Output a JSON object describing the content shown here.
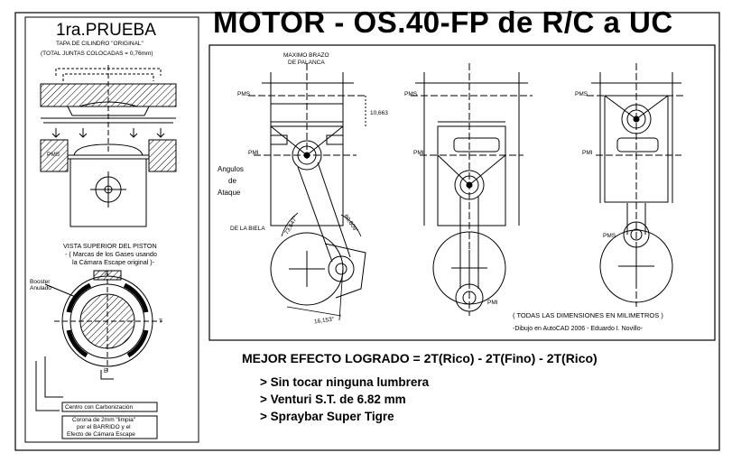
{
  "title": "MOTOR - OS.40-FP de R/C a UC",
  "left_panel": {
    "heading": "1ra.PRUEBA",
    "head_note_1": "TAPA DE CILINDRO \"ORIGINAL\"",
    "head_note_2": "(TOTAL JUNTAS COLOCADAS = 0,76mm)",
    "pms_label": "PMS",
    "view_title": "VISTA SUPERIOR DEL PISTON",
    "view_note_1": "- ( Marcas de los Gases usando",
    "view_note_2": "la Cámara Escape original )-",
    "boost_label_1": "Booster",
    "boost_label_2": "Anulado",
    "a_label": "A",
    "e_label": "E",
    "t_label": "T",
    "carbon_label": "Centro con Carbonización",
    "corona_1": "Corona de 2mm \"limpia\"",
    "corona_2": "por el BARRIDO y el",
    "corona_3": "Efecto de Cámara Escape"
  },
  "main": {
    "brazo_1": "MAXIMO BRAZO",
    "brazo_2": "DE PALANCA",
    "pms": "PMS",
    "pmi": "PMI",
    "dim": "10,663",
    "angulos_1": "Angulos",
    "angulos_2": "de",
    "angulos_3": "Ataque",
    "biela": "DE LA BIELA",
    "angle_1": "73,647°",
    "angle_2": "60,609°",
    "angle_3": "16,153°",
    "note_units": "( TODAS LAS DIMENSIONES EN MILIMETROS )",
    "note_credit": "-Dibujo en AutoCAD 2006 - Eduardo I. Novillo-"
  },
  "best": "MEJOR EFECTO LOGRADO =  2T(Rico) - 2T(Fino) - 2T(Rico)",
  "bullets": [
    "> Sin tocar ninguna lumbrera",
    "> Venturi S.T. de 6.82 mm",
    "> Spraybar Super Tigre"
  ]
}
